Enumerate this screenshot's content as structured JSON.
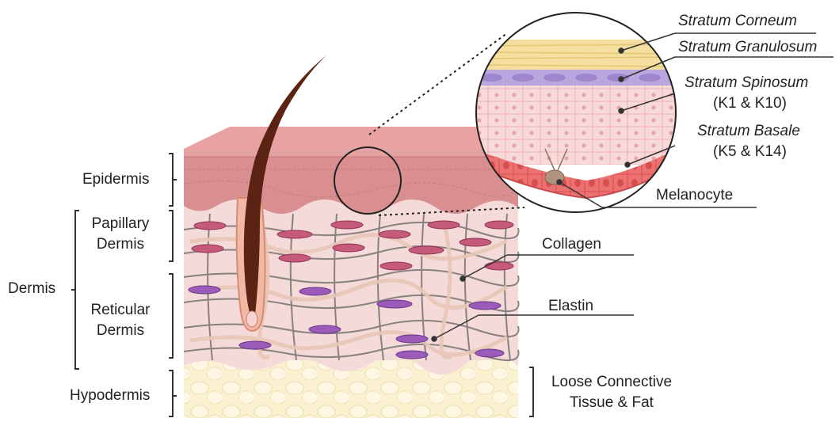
{
  "left_labels": {
    "epidermis": "Epidermis",
    "papillary_1": "Papillary",
    "papillary_2": "Dermis",
    "dermis": "Dermis",
    "reticular_1": "Reticular",
    "reticular_2": "Dermis",
    "hypodermis": "Hypodermis"
  },
  "right_labels": {
    "stratum_corneum": "Stratum Corneum",
    "stratum_granulosum": "Stratum Granulosum",
    "stratum_spinosum": "Stratum Spinosum",
    "spinosum_keratins": "(K1 & K10)",
    "stratum_basale": "Stratum Basale",
    "basale_keratins": "(K5 & K14)",
    "melanocyte": "Melanocyte",
    "collagen": "Collagen",
    "elastin": "Elastin",
    "loose_1": "Loose Connective",
    "loose_2": "Tissue & Fat"
  },
  "colors": {
    "epidermis": "#d98f8f",
    "dermis": "#f4dad9",
    "hypodermis": "#faf0cc",
    "corneum": "#f5dfa0",
    "granulosum": "#b9a6dc",
    "spinosum": "#f7d6d6",
    "basale": "#ec6f6f",
    "hair": "#5a2313",
    "fibroblast_red": "#c65a7a",
    "fibroblast_purple": "#9b5bb8"
  }
}
